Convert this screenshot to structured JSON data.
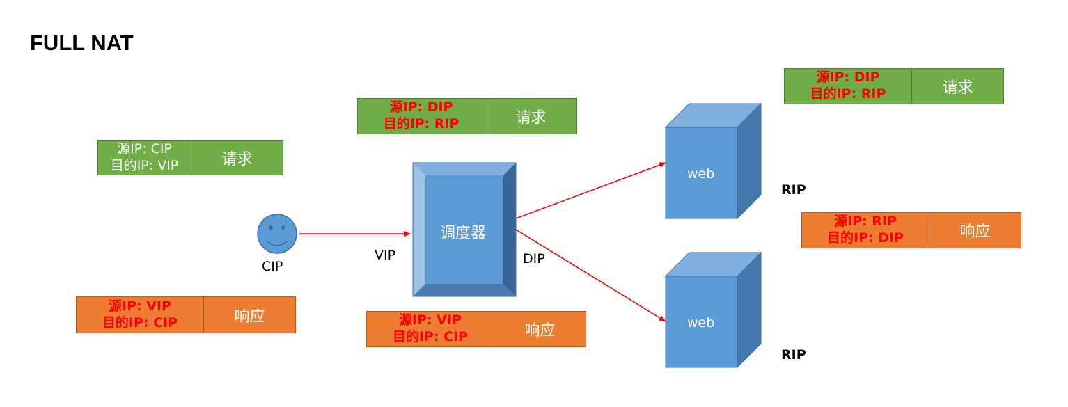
{
  "title": "FULL NAT",
  "boxes": {
    "client_request": {
      "line1": "源IP:   CIP",
      "line2": "目的IP: VIP",
      "tag": "请求"
    },
    "client_response": {
      "line1": "源IP: VIP",
      "line2": "目的IP: CIP",
      "tag": "响应"
    },
    "director_request": {
      "line1": "源IP:    DIP",
      "line2": "目的IP: RIP",
      "tag": "请求"
    },
    "director_response": {
      "line1": "源IP: VIP",
      "line2": "目的IP: CIP",
      "tag": "响应"
    },
    "web_request": {
      "line1": "源IP:    DIP",
      "line2": "目的IP: RIP",
      "tag": "请求"
    },
    "web_response": {
      "line1": "源IP:  RIP",
      "line2": "目的IP: DIP",
      "tag": "响应"
    }
  },
  "nodes": {
    "client_label": "CIP",
    "director_label": "调度器",
    "vip_label": "VIP",
    "dip_label": "DIP",
    "web1_label": "web",
    "web2_label": "web",
    "rip1_label": "RIP",
    "rip2_label": "RIP"
  },
  "colors": {
    "green": "#70ad47",
    "orange": "#ed7d31",
    "blue": "#5b9bd5",
    "arrow": "#ff0000",
    "highlight_text": "#ff0000"
  },
  "icons": [
    "smiley-face-icon",
    "bevel-box-icon",
    "cube-icon"
  ]
}
